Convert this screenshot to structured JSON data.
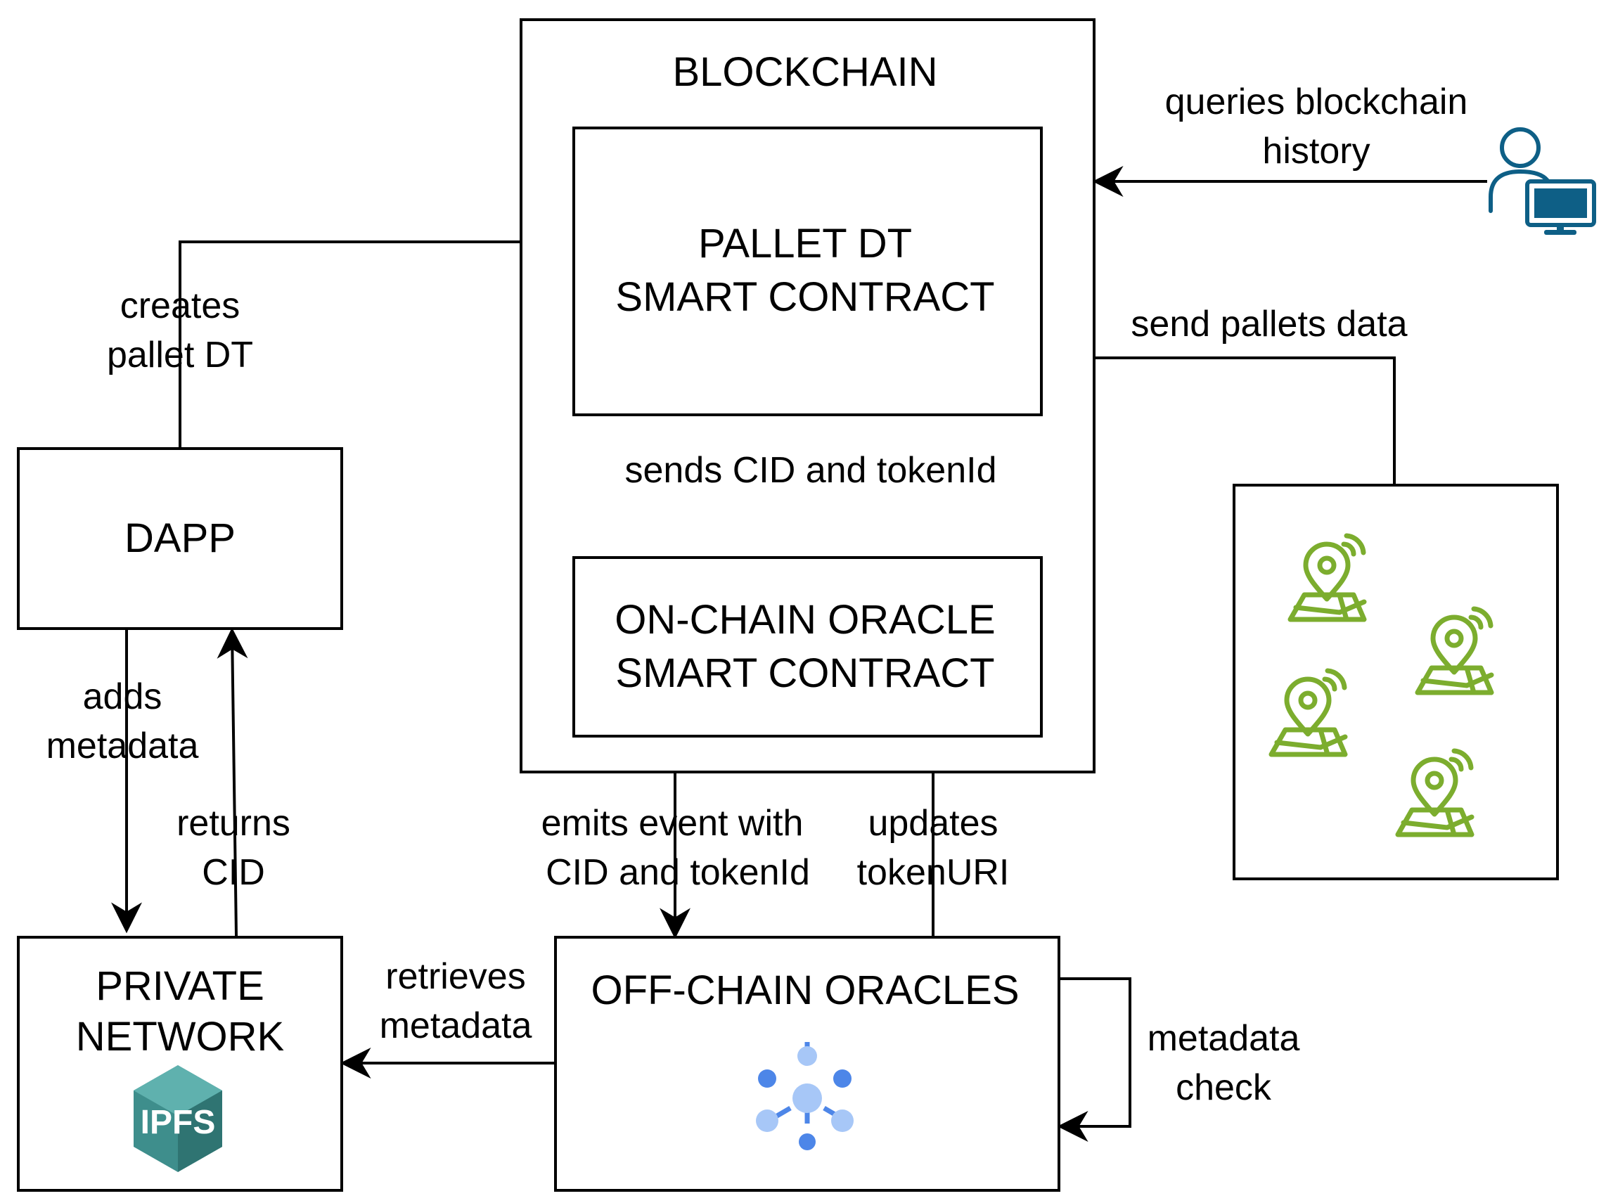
{
  "boxes": {
    "blockchain": "BLOCKCHAIN",
    "pallet_dt": [
      "PALLET DT",
      "SMART CONTRACT"
    ],
    "onchain_oracle": [
      "ON-CHAIN ORACLE",
      "SMART CONTRACT"
    ],
    "dapp": "DAPP",
    "private_network": [
      "PRIVATE",
      "NETWORK"
    ],
    "offchain_oracles": "OFF-CHAIN ORACLES"
  },
  "edges": {
    "creates_pallet_dt": [
      "creates",
      "pallet DT"
    ],
    "queries_history": [
      "queries blockchain",
      "history"
    ],
    "send_pallets_data": "send pallets data",
    "sends_cid_tokenid": "sends CID and tokenId",
    "adds_metadata": [
      "adds",
      "metadata"
    ],
    "returns_cid": [
      "returns",
      "CID"
    ],
    "emits_event": [
      "emits event with",
      "CID and tokenId"
    ],
    "updates_tokenuri": [
      "updates",
      "tokenURI"
    ],
    "retrieves_metadata": [
      "retrieves",
      "metadata"
    ],
    "metadata_check": [
      "metadata",
      "check"
    ]
  },
  "logos": {
    "ipfs": "IPFS"
  },
  "icons": {
    "user": "user-computer-icon",
    "gps": "gps-map-pin-icon",
    "network": "network-hub-icon"
  },
  "colors": {
    "user_icon": "#0e5f86",
    "gps_icon": "#7cad2e",
    "network_icon_light": "#a7c7f7",
    "network_icon_dark": "#4d86e8",
    "ipfs_logo": "#3e8e8c"
  }
}
